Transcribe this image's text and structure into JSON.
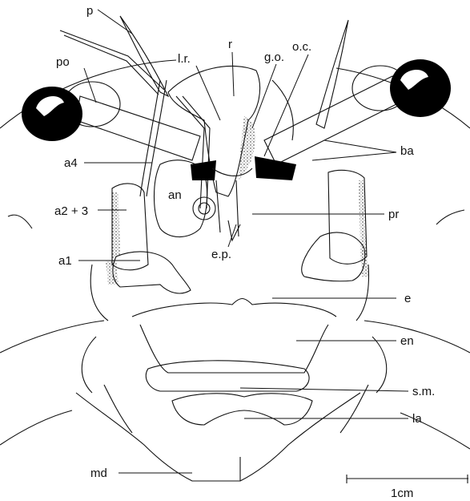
{
  "figure": {
    "labels": {
      "p": "p",
      "po": "po",
      "lr": "l.r.",
      "r": "r",
      "go": "g.o.",
      "oc": "o.c.",
      "ba": "ba",
      "a4": "a4",
      "an": "an",
      "a23": "a2 + 3",
      "pr": "pr",
      "a1": "a1",
      "ep": "e.p.",
      "e": "e",
      "en": "en",
      "sm": "s.m.",
      "la": "la",
      "md": "md"
    },
    "scale_bar": {
      "label": "1cm"
    }
  }
}
